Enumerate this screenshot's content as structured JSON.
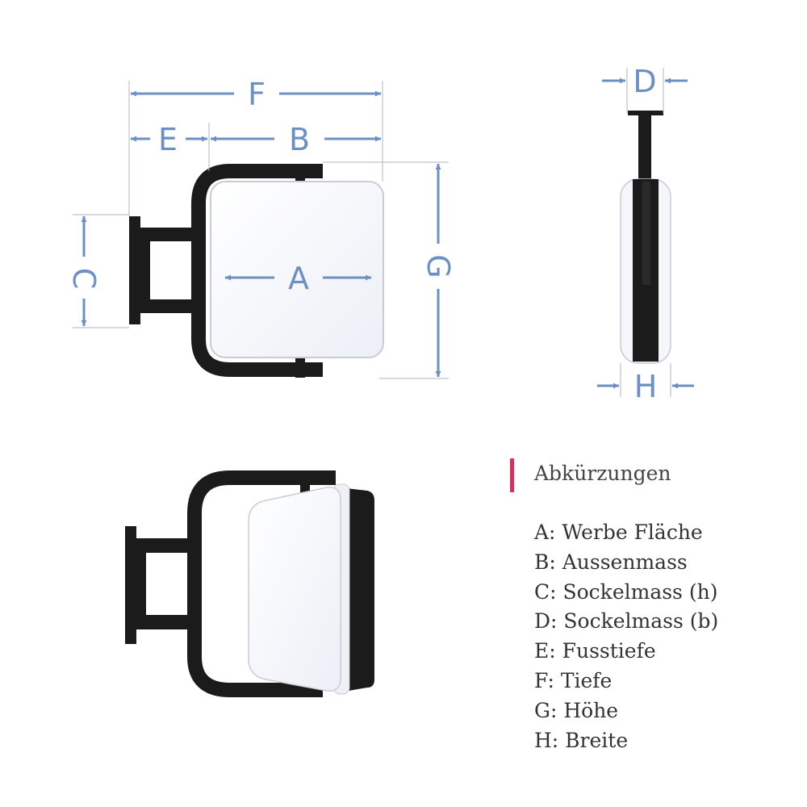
{
  "dimensions": {
    "A": "A",
    "B": "B",
    "C": "C",
    "D": "D",
    "E": "E",
    "F": "F",
    "G": "G",
    "H": "H"
  },
  "legend": {
    "title": "Abkürzungen",
    "items": [
      "A: Werbe Fläche",
      "B: Aussenmass",
      "C: Sockelmass (h)",
      "D: Sockelmass (b)",
      "E: Fusstiefe",
      "F: Tiefe",
      "G: Höhe",
      "H: Breite"
    ]
  },
  "colors": {
    "dimension": "#6c8fc7",
    "frame": "#1b1b1b",
    "accent": "#d8305a"
  }
}
